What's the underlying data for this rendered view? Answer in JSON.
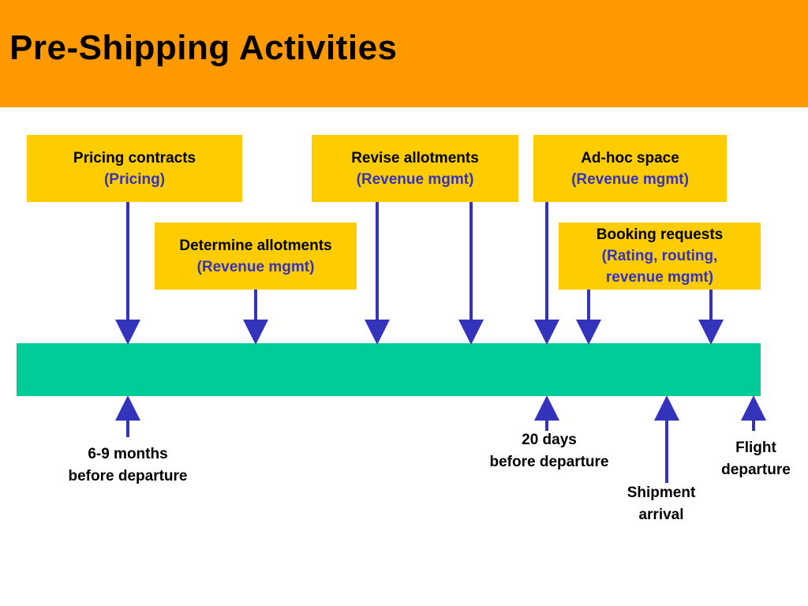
{
  "title": "Pre-Shipping Activities",
  "boxes": {
    "pricing": {
      "label": "Pricing contracts",
      "role": "(Pricing)"
    },
    "revise": {
      "label": "Revise allotments",
      "role": "(Revenue mgmt)"
    },
    "adhoc": {
      "label": "Ad-hoc space",
      "role": "(Revenue mgmt)"
    },
    "determine": {
      "label": "Determine allotments",
      "role": "(Revenue mgmt)"
    },
    "booking": {
      "label": "Booking requests",
      "role_line1": "(Rating,  routing,",
      "role_line2": "revenue mgmt)"
    }
  },
  "milestones": {
    "months": {
      "line1": "6-9 months",
      "line2": "before  departure"
    },
    "days": {
      "line1": "20 days",
      "line2": "before departure"
    },
    "shipment": {
      "line1": "Shipment",
      "line2": "arrival"
    },
    "flight": {
      "line1": "Flight",
      "line2": "departure"
    }
  },
  "colors": {
    "header": "#ff9900",
    "box": "#ffcc00",
    "role_text": "#3333bb",
    "timeline": "#00cc99",
    "arrow": "#3333bb"
  }
}
